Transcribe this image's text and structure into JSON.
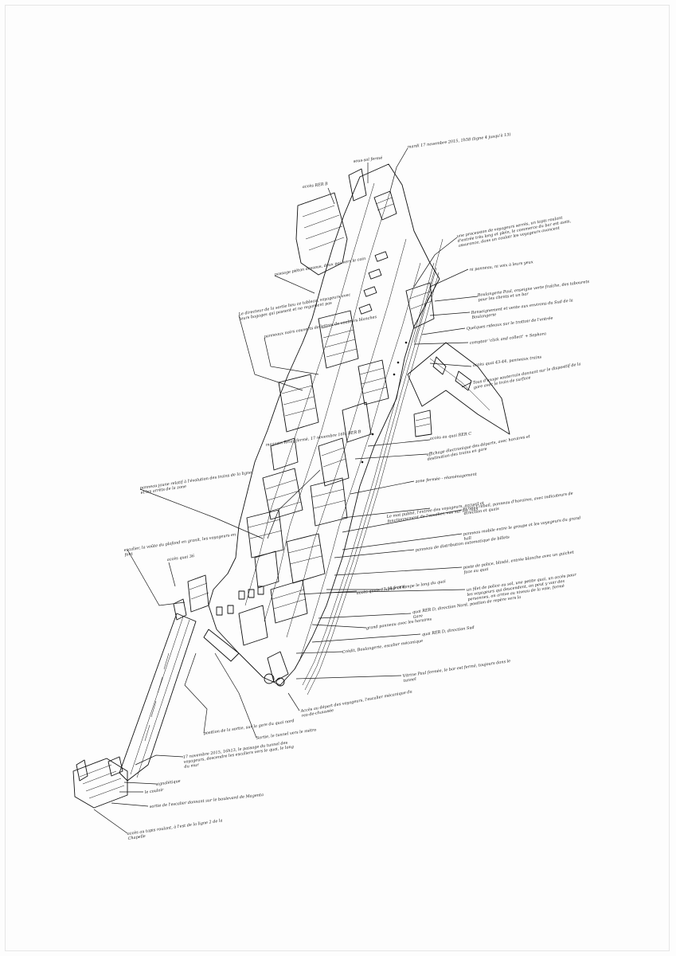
{
  "drawing": {
    "ink_color": "#111111",
    "paper_color": "#fdfdfd"
  },
  "annotations": [
    {
      "id": "a01",
      "text": "mardi 17 novembre 2015, 1h58 (ligne 4 jusqu'à 13)"
    },
    {
      "id": "a02",
      "text": "sous-sol fermé"
    },
    {
      "id": "a03",
      "text": "accès RER B"
    },
    {
      "id": "a04",
      "text": "une procession de voyageurs serrés, un tapis roulant d'entrée très long et plein, le commerce du bar est assis, assurance, dans un couloir les voyageurs avancent"
    },
    {
      "id": "a05",
      "text": "ni panneau, ni voix à leurs yeux"
    },
    {
      "id": "a06",
      "text": "Boulangerie Paul, enseigne verte fraîche, des tabourets pour les clients et un bar"
    },
    {
      "id": "a07",
      "text": "Renseignement et vente aux environs du Sud de la Boulangerie"
    },
    {
      "id": "a08",
      "text": "Quelques rideaux sur le trottoir de l'entrée"
    },
    {
      "id": "a09",
      "text": "comptoir 'click and collect' + Sephora"
    },
    {
      "id": "a10",
      "text": "accès quai 43-44, panneaux trains"
    },
    {
      "id": "a11",
      "text": "Tous d'usage souterrain donnant sur le dispositif de la gare avec le train de surface"
    },
    {
      "id": "a12",
      "text": "Le directeur de la sortie lieu ce tableau, voyageurs avec leurs bagages qui passent et ne regardent pas"
    },
    {
      "id": "a13",
      "text": "passage piéton dessous, deux pas vers le coin"
    },
    {
      "id": "a14",
      "text": "panneaux noirs couverts de lettres de couleurs blanches"
    },
    {
      "id": "a15",
      "text": "accès au quai RER C"
    },
    {
      "id": "a16",
      "text": "affichage électronique des départs, avec horaires et destination des trains en gare"
    },
    {
      "id": "a17",
      "text": "zone fermée - réaménagement"
    },
    {
      "id": "a18",
      "text": "magasin Relay fermé, 17 novembre 16h, RER B"
    },
    {
      "id": "a19",
      "text": "panneau jaune relatif à l'évolution des trains de la ligne et les arrêts de la zone"
    },
    {
      "id": "a20",
      "text": "Le mot publié, l'entrée des voyageurs, accueil et fonctionnement de l'escalier, vue sur les rails"
    },
    {
      "id": "a21",
      "text": "écran Unibail, panneau d'horaires, avec indicateurs de direction et quais"
    },
    {
      "id": "a22",
      "text": "panneau mobile entre le groupe et les voyageurs du grand hall"
    },
    {
      "id": "a23",
      "text": "panneau de distribution automatique de billets"
    },
    {
      "id": "a24",
      "text": "poste de police, blindé, entrée blanche avec un guichet face au quai"
    },
    {
      "id": "a25",
      "text": "un filet de police au sol, une petite quai, un accès pour les voyageurs qui descendent, on peut y voir des personnes, on arrive au niveau de la voie, fermé"
    },
    {
      "id": "a26",
      "text": "escalier, la voûte du plafond en granit, les voyageurs en font"
    },
    {
      "id": "a27",
      "text": "accès quai 36"
    },
    {
      "id": "a28",
      "text": "accès quais 37-38 fermé"
    },
    {
      "id": "a29",
      "text": "miroir et lampe le long du quai"
    },
    {
      "id": "a30",
      "text": "quai RER D, direction Nord, position de repère vers la Gare"
    },
    {
      "id": "a31",
      "text": "grand panneau avec les horaires"
    },
    {
      "id": "a32",
      "text": "quai RER D, direction Sud"
    },
    {
      "id": "a33",
      "text": "Crédit, Boulangerie, escalier mécanique"
    },
    {
      "id": "a34",
      "text": "Vitrine Paul fermée, le bar est fermé, toujours dans le tunnel"
    },
    {
      "id": "a35",
      "text": "Accès au départ des voyageurs, l'escalier mécanique du rez-de-chaussée"
    },
    {
      "id": "a36",
      "text": "position de la sortie, sur la gare du quai nord"
    },
    {
      "id": "a37",
      "text": "Sortie, le tunnel vers le métro"
    },
    {
      "id": "a38",
      "text": "17 novembre 2015, 16h13, le passage du tunnel des voyageurs, descendre les escaliers vers le quai, le long du mur"
    },
    {
      "id": "a39",
      "text": "signalétique"
    },
    {
      "id": "a40",
      "text": "le couloir"
    },
    {
      "id": "a41",
      "text": "sortie de l'escalier donnant sur le boulevard de Magenta"
    },
    {
      "id": "a42",
      "text": "accès au tapis roulant, à l'est de la ligne 2 de la Chapelle"
    }
  ]
}
